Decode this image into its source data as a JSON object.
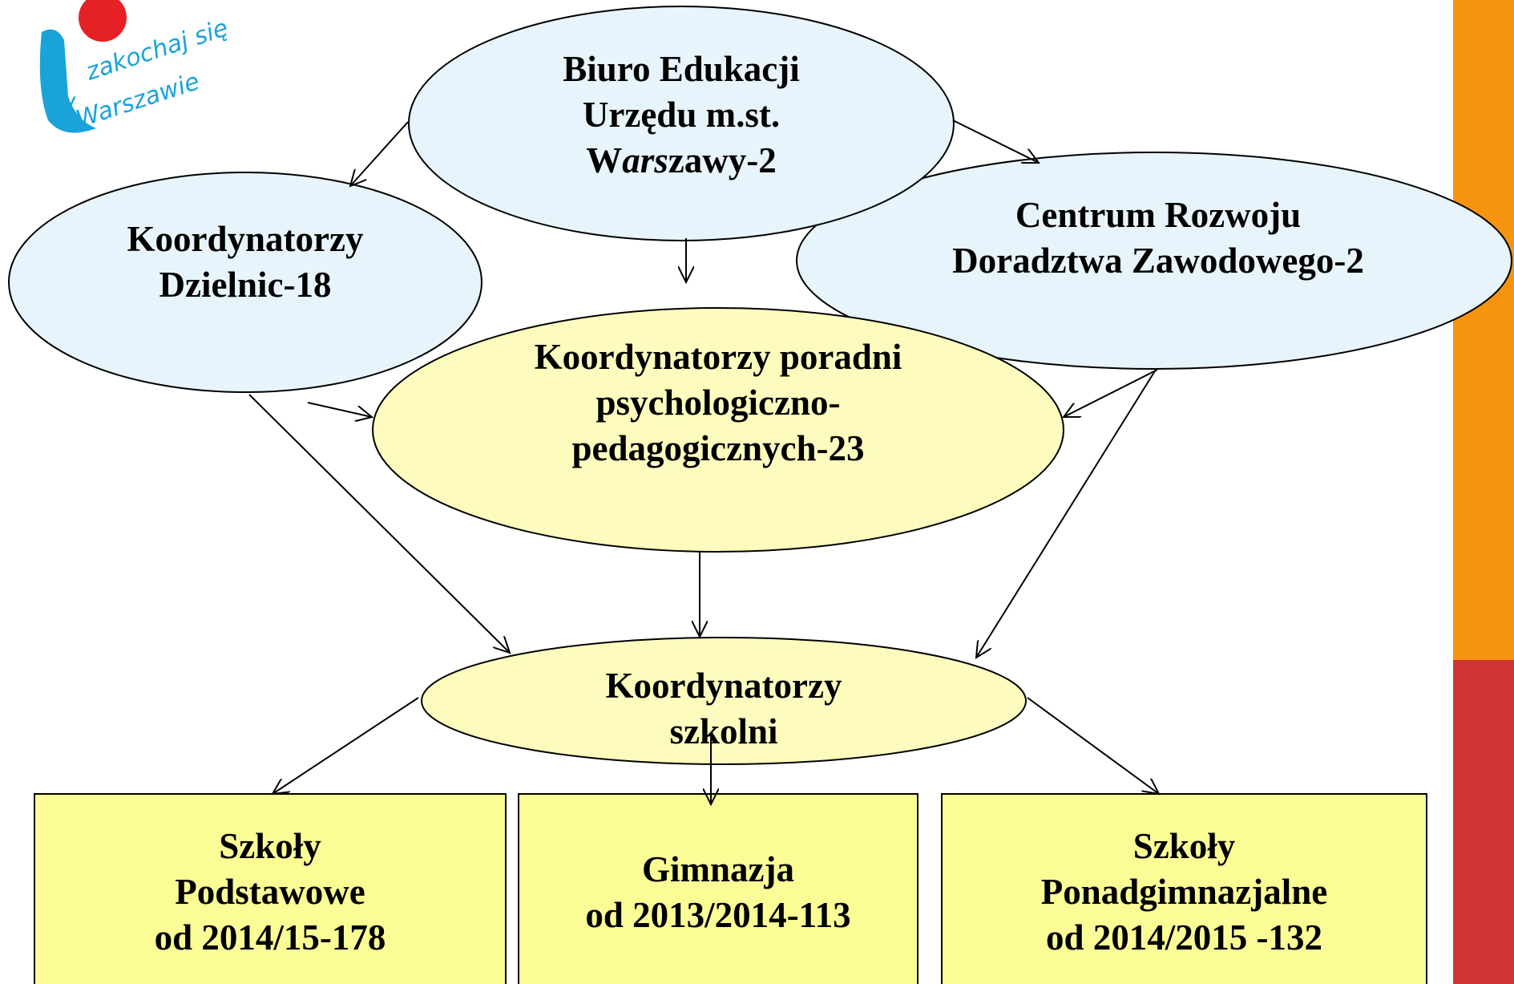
{
  "logo": {
    "line1": "zakochaj się",
    "line2": "w",
    "line3": "Warszawie"
  },
  "colors": {
    "blue_ellipse": "#e7f4fb",
    "yellow_fill": "#fdfcbe",
    "box_fill": "#fcfc96",
    "stroke": "#000000",
    "side_orange": "#f7940f",
    "side_red": "#cf3433",
    "logo_blue": "#1aa3d9",
    "logo_red": "#e62126"
  },
  "nodes": {
    "biuro": {
      "l1": "Biuro Edukacji",
      "l2": "Urzędu m.st.",
      "l3a": "W",
      "l3b": "ars",
      "l3c": "zawy-2"
    },
    "dzielnice": {
      "l1": "Koordynatorzy",
      "l2": "Dzielnic-18"
    },
    "centrum": {
      "l1": "Centrum Rozwoju",
      "l2": "Doradztwa  Zawodowego-2"
    },
    "poradnie": {
      "l1": "Koordynatorzy poradni",
      "l2": "psychologiczno-",
      "l3": "pedagogicznych-23"
    },
    "szkolni": {
      "l1": "Koordynatorzy",
      "l2": "szkolni"
    },
    "podstawowe": {
      "l1": "Szkoły",
      "l2": "Podstawowe",
      "l3": "od 2014/15-178"
    },
    "gimnazja": {
      "l1": "Gimnazja",
      "l2": "od 2013/2014-113"
    },
    "ponadgimnazjalne": {
      "l1": "Szkoły",
      "l2": "Ponadgimnazjalne",
      "l3": "od 2014/2015 -132"
    }
  }
}
